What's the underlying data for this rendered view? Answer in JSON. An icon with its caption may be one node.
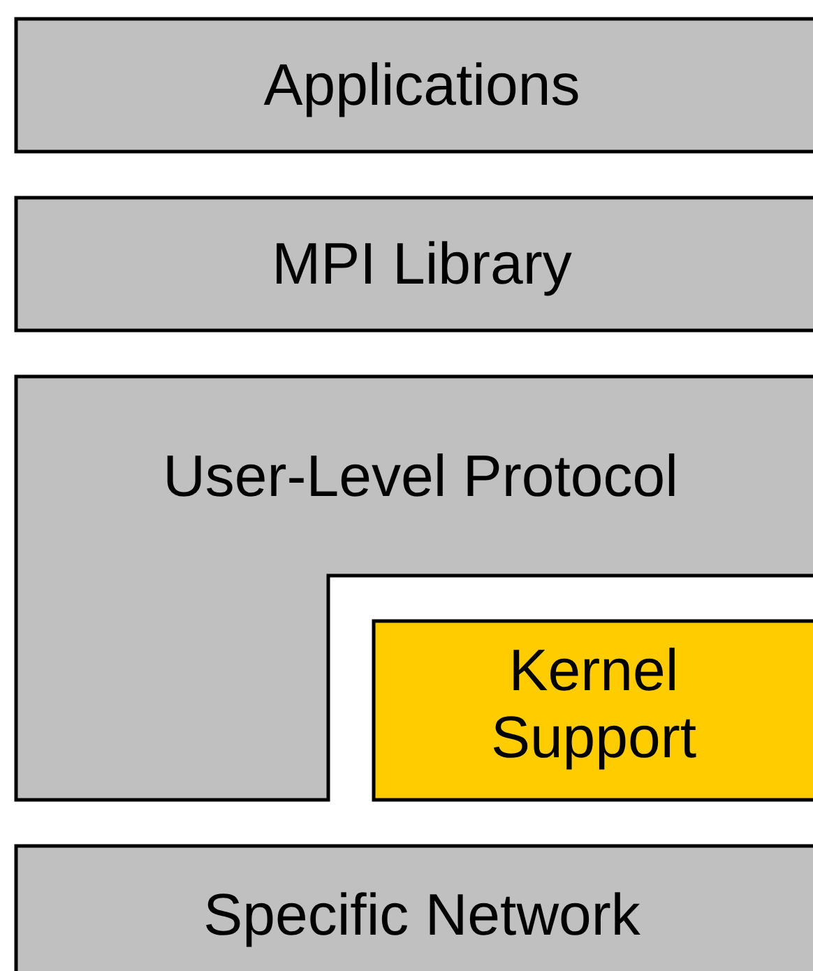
{
  "diagram": {
    "nodes": [
      {
        "text": [
          "Applications"
        ]
      },
      {
        "text": [
          "MPI Library"
        ]
      },
      {
        "text": [
          "User-Level Protocol"
        ]
      },
      {
        "text": [
          "Kernel Support"
        ]
      },
      {
        "text": [
          "Specific Network"
        ]
      }
    ]
  }
}
